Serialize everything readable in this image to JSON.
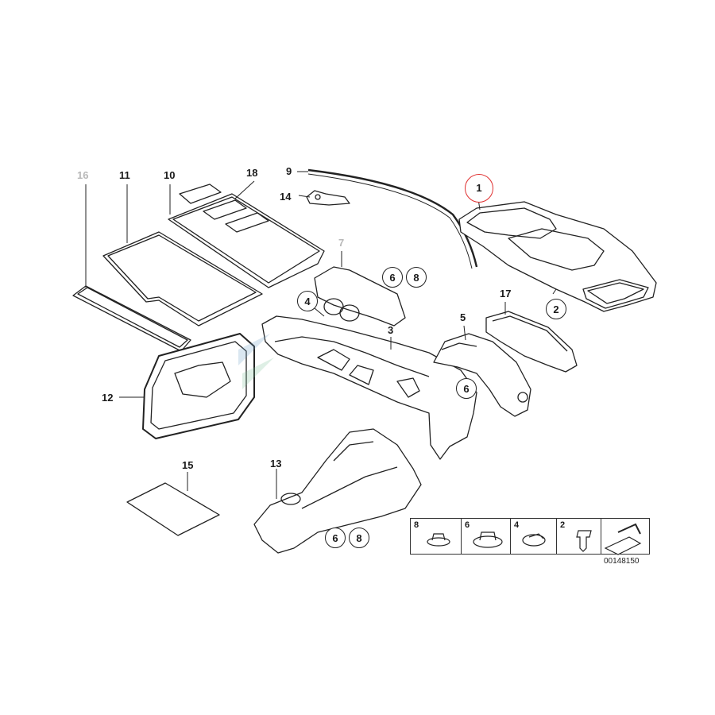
{
  "callouts": {
    "p1": "1",
    "p2": "2",
    "p3": "3",
    "p4": "4",
    "p5": "5",
    "p6a": "6",
    "p7": "7",
    "p9": "9",
    "p10": "10",
    "p11": "11",
    "p12": "12",
    "p13": "13",
    "p14": "14",
    "p15": "15",
    "p16": "16",
    "p17": "17",
    "p18": "18"
  },
  "circled": {
    "c68a_6": "6",
    "c68a_8": "8",
    "c68b_6": "6",
    "c68b_8": "8"
  },
  "legend": [
    "8",
    "6",
    "4",
    "2"
  ],
  "reference_number": "00148150",
  "colors": {
    "highlight": "#e03030",
    "line": "#222222",
    "faded": "#b8b8b8"
  }
}
